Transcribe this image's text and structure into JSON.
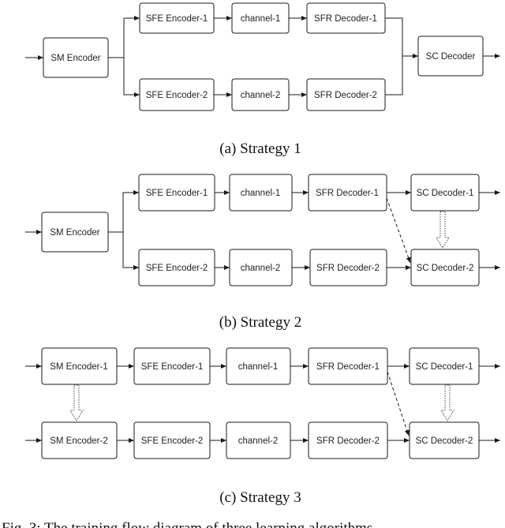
{
  "strategy1": {
    "sm_encoder": "SM Encoder",
    "sfe_encoder_1": "SFE Encoder-1",
    "channel_1": "channel-1",
    "sfr_decoder_1": "SFR Decoder-1",
    "sfe_encoder_2": "SFE Encoder-2",
    "channel_2": "channel-2",
    "sfr_decoder_2": "SFR Decoder-2",
    "sc_decoder": "SC Decoder",
    "caption": "(a) Strategy 1"
  },
  "strategy2": {
    "sm_encoder": "SM Encoder",
    "sfe_encoder_1": "SFE Encoder-1",
    "channel_1": "channel-1",
    "sfr_decoder_1": "SFR Decoder-1",
    "sc_decoder_1": "SC Decoder-1",
    "sfe_encoder_2": "SFE Encoder-2",
    "channel_2": "channel-2",
    "sfr_decoder_2": "SFR Decoder-2",
    "sc_decoder_2": "SC Decoder-2",
    "caption": "(b) Strategy 2"
  },
  "strategy3": {
    "sm_encoder_1": "SM Encoder-1",
    "sfe_encoder_1": "SFE Encoder-1",
    "channel_1": "channel-1",
    "sfr_decoder_1": "SFR Decoder-1",
    "sc_decoder_1": "SC Decoder-1",
    "sm_encoder_2": "SM Encoder-2",
    "sfe_encoder_2": "SFE Encoder-2",
    "channel_2": "channel-2",
    "sfr_decoder_2": "SFR Decoder-2",
    "sc_decoder_2": "SC Decoder-2",
    "caption": "(c) Strategy 3"
  },
  "figure_caption": "Fig. 3: The training flow diagram of three learning algorithms."
}
